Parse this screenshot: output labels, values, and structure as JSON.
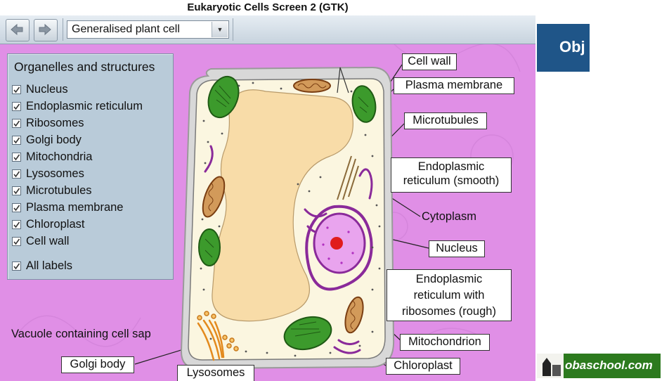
{
  "window_title": "Eukaryotic Cells Screen 2 (GTK)",
  "toolbar": {
    "back_icon": "arrow-left-icon",
    "forward_icon": "arrow-right-icon",
    "cell_select": {
      "selected": "Generalised plant cell"
    }
  },
  "panel": {
    "heading": "Organelles and structures",
    "items": [
      {
        "label": "Nucleus",
        "checked": true
      },
      {
        "label": "Endoplasmic reticulum",
        "checked": true
      },
      {
        "label": "Ribosomes",
        "checked": true
      },
      {
        "label": "Golgi body",
        "checked": true
      },
      {
        "label": "Mitochondria",
        "checked": true
      },
      {
        "label": "Lysosomes",
        "checked": true
      },
      {
        "label": "Microtubules",
        "checked": true
      },
      {
        "label": "Plasma membrane",
        "checked": true
      },
      {
        "label": "Chloroplast",
        "checked": true
      },
      {
        "label": "Cell wall",
        "checked": true
      }
    ],
    "all_labels": {
      "label": "All labels",
      "checked": true
    }
  },
  "diagram": {
    "labels": {
      "cell_wall": "Cell wall",
      "plasma_membrane": "Plasma membrane",
      "microtubules": "Microtubules",
      "smooth_er_line1": "Endoplasmic",
      "smooth_er_line2": "reticulum (smooth)",
      "cytoplasm": "Cytoplasm",
      "nucleus": "Nucleus",
      "rough_er_line1": "Endoplasmic",
      "rough_er_line2": "reticulum with",
      "rough_er_line3": "ribosomes (rough)",
      "mitochondrion": "Mitochondrion",
      "chloroplast": "Chloroplast",
      "vacuole": "Vacuole containing cell sap",
      "golgi_body": "Golgi body",
      "lysosomes": "Lysosomes"
    },
    "colors": {
      "background": "#e08fe6",
      "cytoplasm": "#fbf6e0",
      "vacuole": "#f8dca8",
      "chloroplast": "#3c9a2c",
      "nucleus": "#e9a4ee",
      "nucleolus": "#e01c1c",
      "mitochondrion": "#b06a2a",
      "er": "#8a2a9a"
    }
  },
  "side": {
    "tile_text": "Obj",
    "logo_text": "obaschool.com"
  }
}
